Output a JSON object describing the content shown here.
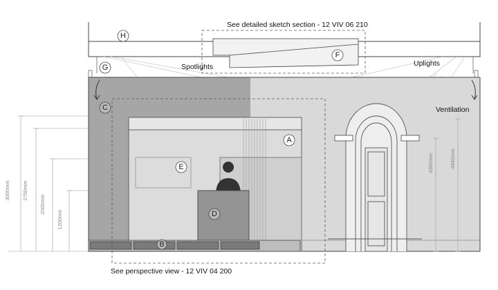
{
  "annotations": {
    "sketch_section": "See detailed sketch section - 12 VIV 06 210",
    "perspective_view": "See perspective view - 12 VIV 04 200",
    "spotlights": "Spotlights",
    "uplights": "Uplights",
    "ventilation": "Ventilation"
  },
  "markers": {
    "a": "A",
    "b": "B",
    "c": "C",
    "d": "D",
    "e": "E",
    "f": "F",
    "g": "G",
    "h": "H"
  },
  "dimensions": {
    "d3000": "3000mm",
    "d2750": "2750mm",
    "d2000": "2000mm",
    "d1200": "1200mm",
    "d4300": "4300mm",
    "d4840": "4840mm"
  },
  "colors": {
    "wall_dark": "#a6a6a6",
    "wall_light": "#d9d9d9",
    "booth_panel": "#dcdcdc",
    "counter": "#949494",
    "line": "#444444"
  }
}
